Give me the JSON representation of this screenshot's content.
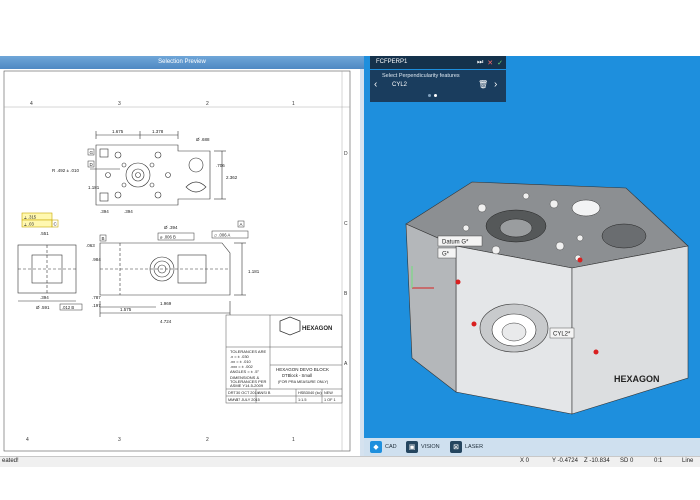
{
  "preview": {
    "title": "Selection Preview"
  },
  "drawing": {
    "columns": [
      "4",
      "3",
      "2",
      "1"
    ],
    "rows": [
      "D",
      "C",
      "B",
      "A"
    ],
    "dims": {
      "d1": "1.675",
      "d2": "1.378",
      "dia1": "Ø .688",
      "r": "R .492 ± .010",
      "d3": "1.181",
      "d4": ".394",
      "d5": ".394",
      "d6": ".706",
      "d7": "2.362",
      "dia2": "Ø .394",
      "d8": ".551",
      "d9": ".984",
      "d10": "1.969",
      "d11": "1.181",
      "d12": ".787",
      "d13": "1.575",
      "d14": "4.724",
      "d15": ".394",
      "d16": ".197",
      "d17": "Ø .591",
      "fc1": "⌀ .006 B",
      "fc2": "⏥ .006 A",
      "fc3": "⟂ .315",
      "fc4": "⟂ .03",
      "datum_a": "A",
      "datum_b": "B",
      "datum_c": "C",
      "datum_g": "G",
      "datum_d": "D",
      "d18": ".063",
      "d19": ".012 B"
    },
    "company": "HEXAGON",
    "title_line1": "HEXAGON DEVO BLOCK",
    "title_line2": "DTBlock - Small",
    "title_line3": "(FOR PRA MEASURE ONLY)",
    "tol_title": "TOLERANCES ARE",
    "tol1": ".x = ± .030",
    "tol2": ".xx = ± .010",
    "tol3": ".xxx = ± .002",
    "tol4": "ANGLES = ± .5°",
    "dims_title": "DIMENSIONS &",
    "dims_title2": "TOLERANCES PER",
    "dims_std": "ASME Y14.5-2009",
    "drawn": "DRT",
    "drawn_date": "30 OCT 2014",
    "check": "MMW",
    "check_date": "17 JULY 2015",
    "size": "ANSI B",
    "dwg_no": "HSB3040 (kc)",
    "rev": "NEW",
    "scale": "1:1.5",
    "sheet": "1 OF 1"
  },
  "feature": {
    "command": "FCFPERP1",
    "prompt": "Select Perpendicularity features",
    "selected": "CYL2"
  },
  "model_labels": {
    "datum": "Datum  G*",
    "g": "G*",
    "cyl": "CYL2*",
    "brand": "HEXAGON"
  },
  "modes": {
    "cad": "CAD",
    "vision": "VISION",
    "laser": "LASER"
  },
  "status": {
    "left": "eated!",
    "x": "X 0",
    "y": "Y -0.4724",
    "z": "Z -10.834",
    "sd": "SD 0",
    "num": "0:1",
    "line": "Line"
  },
  "colors": {
    "right_bg": "#1e8fdd",
    "title_bar": "#5a93cc",
    "panel_dark": "#15324c"
  }
}
